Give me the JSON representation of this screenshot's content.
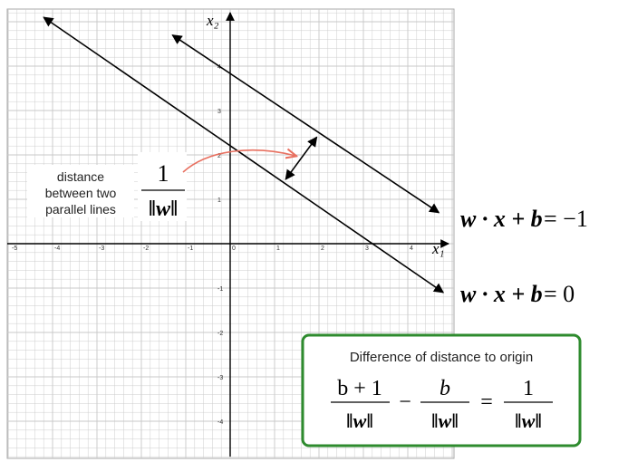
{
  "axes": {
    "x_label": "x₁",
    "y_label": "x₂",
    "x_ticks": [
      "-5",
      "-4",
      "-3",
      "-2",
      "-1",
      "0",
      "1",
      "2",
      "3",
      "4"
    ],
    "y_ticks": [
      "4",
      "3",
      "2",
      "1",
      "-1",
      "-2",
      "-3",
      "-4"
    ],
    "xlim": [
      -5,
      5
    ],
    "ylim": [
      -5,
      5.4
    ],
    "grid": true
  },
  "lines": [
    {
      "equation_lhs": "w · x + b",
      "equation_rhs": "= 0",
      "from": [
        -4.2,
        5.1
      ],
      "to": [
        4.8,
        -1.1
      ]
    },
    {
      "equation_lhs": "w · x + b",
      "equation_rhs": "= −1",
      "from": [
        -1.3,
        4.7
      ],
      "to": [
        4.7,
        0.7
      ]
    }
  ],
  "distance_arrow": {
    "from": [
      1.25,
      1.45
    ],
    "to": [
      1.95,
      2.4
    ]
  },
  "annotation": {
    "caption_lines": [
      "distance",
      "between two",
      "parallel lines"
    ],
    "fraction_numerator": "1",
    "fraction_denominator": "‖w‖"
  },
  "callout": {
    "title": "Difference of distance to origin",
    "term1_numerator": "b + 1",
    "term1_denominator": "‖w‖",
    "minus": "−",
    "term2_numerator": "b",
    "term2_denominator": "‖w‖",
    "equals": "=",
    "result_numerator": "1",
    "result_denominator": "‖w‖",
    "border_color": "#2e8b2e"
  },
  "colors": {
    "grid": "#c8c8c8",
    "axis": "#000000",
    "curved_arrow": "#e87060"
  }
}
